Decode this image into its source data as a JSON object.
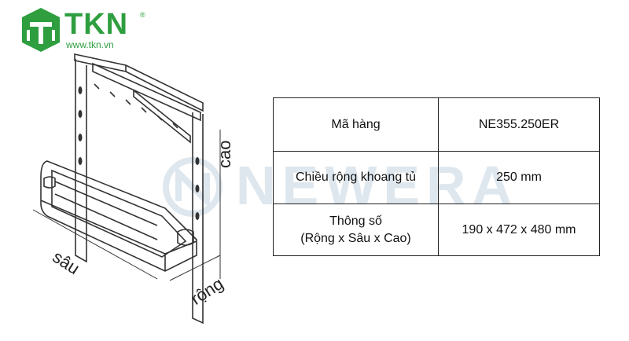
{
  "brand": {
    "name": "TKN",
    "registered": "®",
    "url": "www.tkn.vn",
    "color": "#2e9e3f"
  },
  "watermark": {
    "text": "NEWERA"
  },
  "dimensions": {
    "height_label": "cao",
    "depth_label": "sâu",
    "width_label": "rộng"
  },
  "specs": {
    "rows": [
      {
        "label": "Mã hàng",
        "value": "NE355.250ER"
      },
      {
        "label": "Chiều rộng khoang tủ",
        "value": "250 mm"
      },
      {
        "label_line1": "Thông số",
        "label_line2": "(Rộng x Sâu x Cao)",
        "value": "190 x 472 x 480 mm"
      }
    ]
  }
}
